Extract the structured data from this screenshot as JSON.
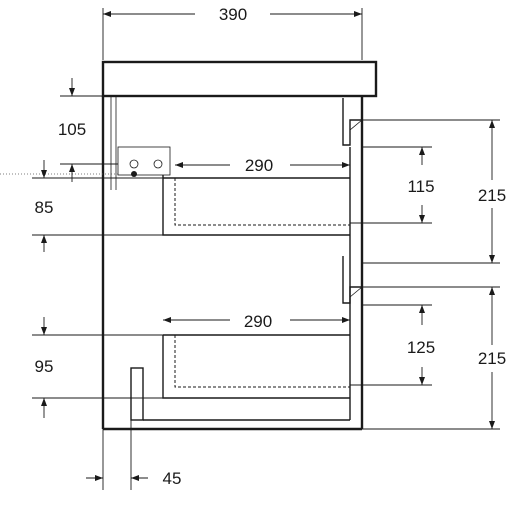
{
  "dimensions": {
    "overall_width": "390",
    "top_gap": "105",
    "drawer1_depth": "290",
    "drawer1_height": "115",
    "right_top": "215",
    "left_85": "85",
    "drawer2_depth": "290",
    "drawer2_height": "125",
    "right_bottom": "215",
    "left_95": "95",
    "bottom_45": "45"
  }
}
